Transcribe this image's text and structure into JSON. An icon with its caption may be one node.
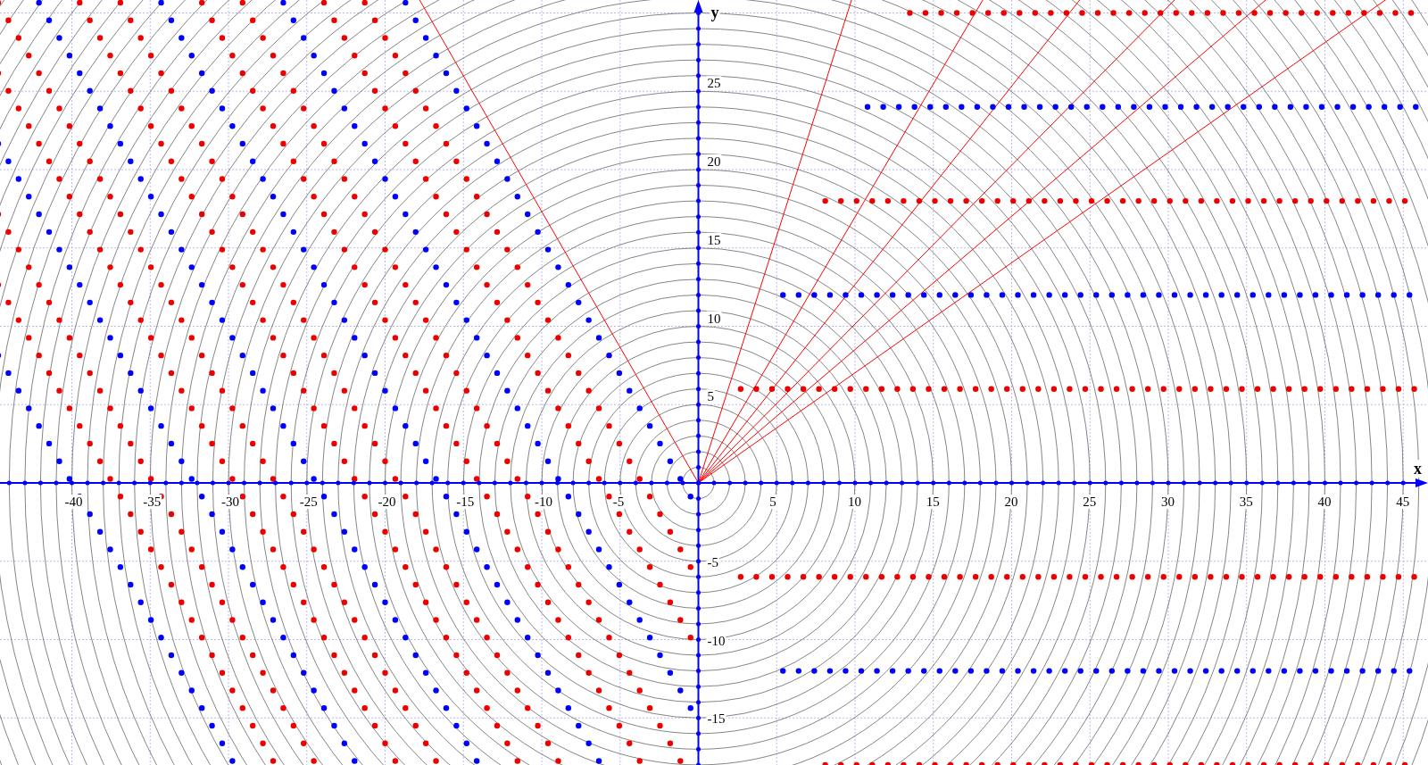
{
  "diagram": {
    "labels": [
      "y",
      "25",
      "20",
      "15",
      "10",
      "5",
      "x",
      "-40",
      "-35",
      "-30",
      "-25",
      "-20",
      "-15",
      "-10",
      "-5",
      "5",
      "10",
      "15",
      "20",
      "25",
      "30",
      "35",
      "40",
      "45",
      "-5",
      "-10",
      "-15"
    ]
  }
}
